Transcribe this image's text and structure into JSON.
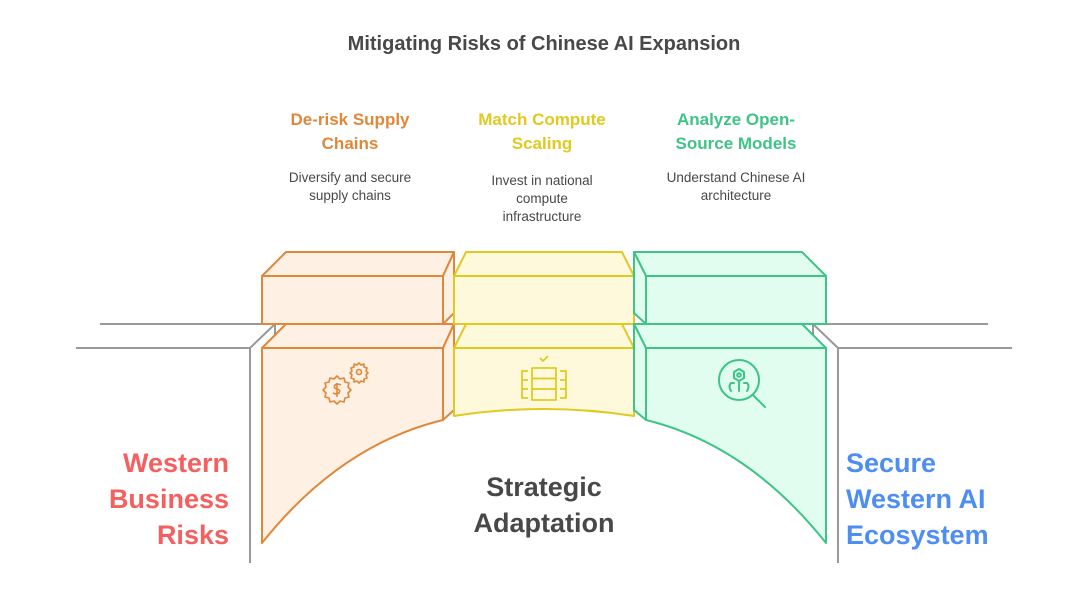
{
  "title": "Mitigating Risks of Chinese AI Expansion",
  "colors": {
    "orange_stroke": "#E0873A",
    "orange_fill": "#FEF0E3",
    "yellow_stroke": "#E2C91F",
    "yellow_fill": "#FEF9DB",
    "green_stroke": "#3DC486",
    "green_fill": "#E0FDEF",
    "left_label": "#F3605F",
    "right_label": "#4E8EF2",
    "ground": "#999999",
    "text_dark": "#484848"
  },
  "steps": [
    {
      "title_lines": [
        "De-risk Supply",
        "Chains"
      ],
      "desc_lines": [
        "Diversify and secure",
        "supply chains"
      ],
      "icon": "gear-dollar-icon",
      "color": "orange"
    },
    {
      "title_lines": [
        "Match Compute",
        "Scaling"
      ],
      "desc_lines": [
        "Invest in national",
        "compute",
        "infrastructure"
      ],
      "icon": "server-check-icon",
      "color": "yellow"
    },
    {
      "title_lines": [
        "Analyze Open-",
        "Source Models"
      ],
      "desc_lines": [
        "Understand Chinese AI",
        "architecture"
      ],
      "icon": "magnify-robot-icon",
      "color": "green"
    }
  ],
  "left_label_lines": [
    "Western",
    "Business",
    "Risks"
  ],
  "right_label_lines": [
    "Secure",
    "Western AI",
    "Ecosystem"
  ],
  "center_label_lines": [
    "Strategic",
    "Adaptation"
  ]
}
